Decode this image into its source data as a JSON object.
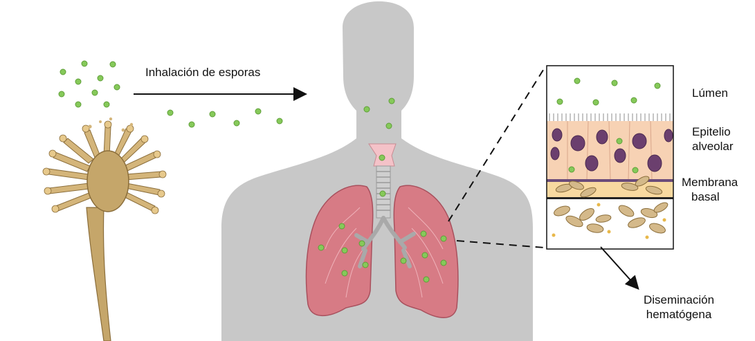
{
  "labels": {
    "inhalation": "Inhalación de esporas",
    "lumen": "Lúmen",
    "epithelium_line1": "Epitelio",
    "epithelium_line2": "alveolar",
    "membrane_line1": "Membrana",
    "membrane_line2": "basal",
    "dissemination_line1": "Diseminación",
    "dissemination_line2": "hematógena"
  },
  "colors": {
    "spore": "#86c95a",
    "spore_stroke": "#5e9e38",
    "fungus": "#c5a66a",
    "fungus_dark": "#8a6d3a",
    "body": "#c8c8c8",
    "lung": "#d77b85",
    "lung_dark": "#a8505d",
    "epithelium": "#f7d2b4",
    "nucleus": "#6b3f6e",
    "membrane": "#f8d9a0",
    "hypha": "#d4b98a"
  },
  "icons": [
    "aspergillus-conidiophore-icon",
    "human-torso-icon",
    "lungs-icon",
    "trachea-icon",
    "alveolar-tissue-inset-icon"
  ]
}
